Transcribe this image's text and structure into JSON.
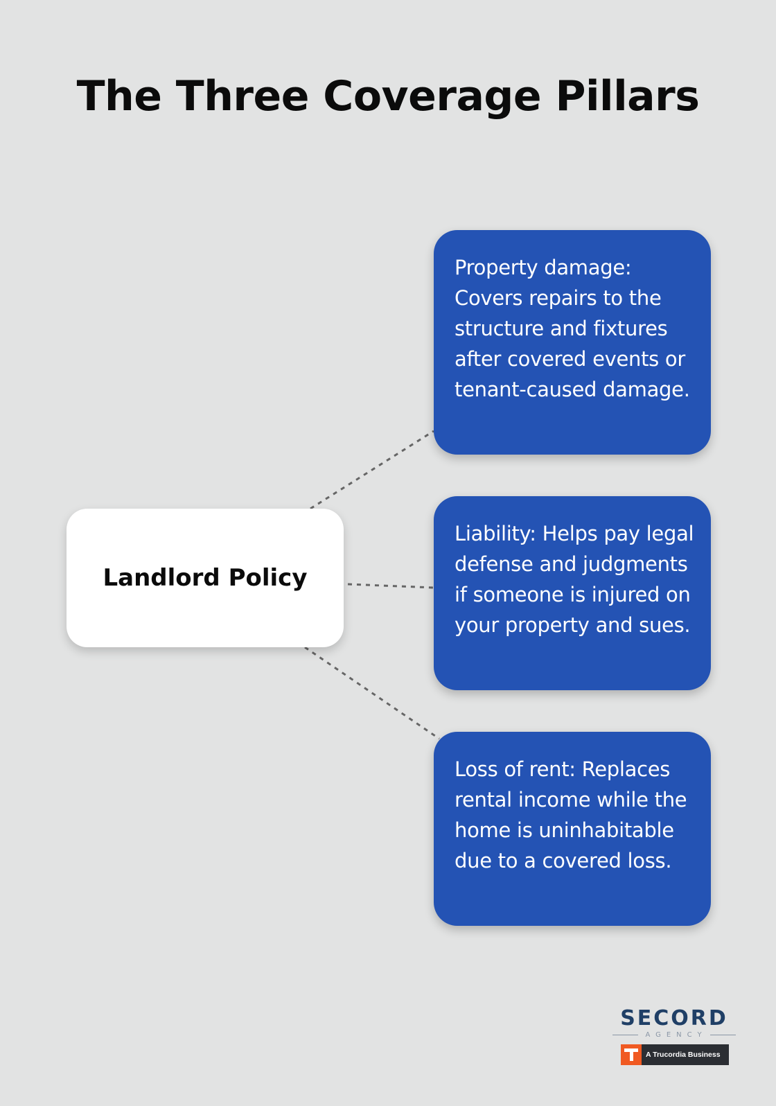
{
  "title": "The Three Coverage Pillars",
  "center": {
    "label": "Landlord Policy"
  },
  "pillars": [
    {
      "text": "Property damage: Covers repairs to the structure and fixtures after covered events or tenant-caused damage."
    },
    {
      "text": "Liability: Helps pay legal defense and judgments if someone is injured on your property and sues."
    },
    {
      "text": "Loss of rent: Replaces rental income while the home is uninhabitable due to a covered loss."
    }
  ],
  "logo": {
    "name": "SECORD",
    "sub": "AGENCY",
    "badge": "A Trucordia Business"
  },
  "colors": {
    "background": "#e2e3e3",
    "pillar": "#2453b4",
    "center_box": "#ffffff",
    "connector": "#666666"
  }
}
